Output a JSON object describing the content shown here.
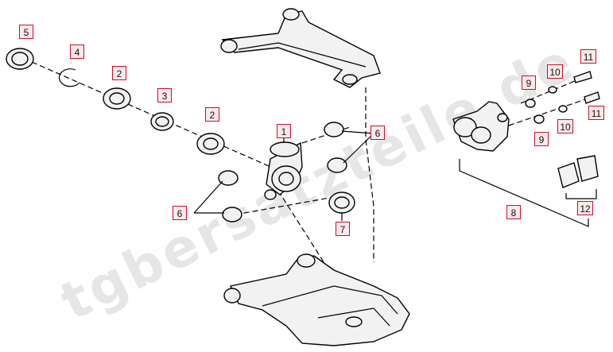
{
  "watermark": "tgbersatzteile.de",
  "callouts": [
    {
      "id": "c5",
      "label": "5"
    },
    {
      "id": "c4",
      "label": "4"
    },
    {
      "id": "c2a",
      "label": "2"
    },
    {
      "id": "c3",
      "label": "3"
    },
    {
      "id": "c2b",
      "label": "2"
    },
    {
      "id": "c1",
      "label": "1"
    },
    {
      "id": "c6a",
      "label": "6"
    },
    {
      "id": "c6b",
      "label": "6"
    },
    {
      "id": "c7",
      "label": "7"
    },
    {
      "id": "c9a",
      "label": "9"
    },
    {
      "id": "c10a",
      "label": "10"
    },
    {
      "id": "c11a",
      "label": "11"
    },
    {
      "id": "c10b",
      "label": "10"
    },
    {
      "id": "c11b",
      "label": "11"
    },
    {
      "id": "c9b",
      "label": "9"
    },
    {
      "id": "c8",
      "label": "8"
    },
    {
      "id": "c12",
      "label": "12"
    }
  ],
  "colors": {
    "callout_border": "#c8102e",
    "callout_fill": "#fde9e9"
  }
}
